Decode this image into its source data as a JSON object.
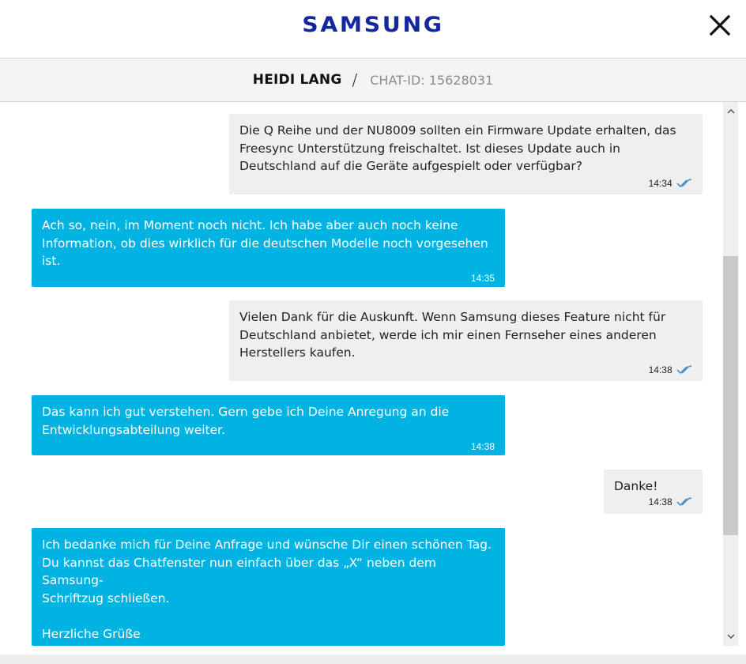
{
  "header": {
    "brand": "SAMSUNG",
    "brand_color": "#1428a0",
    "close_icon": "close-x-icon"
  },
  "agent_bar": {
    "agent_name": "HEIDI LANG",
    "separator": "/",
    "chat_id": "CHAT-ID: 15628031"
  },
  "colors": {
    "agent_bubble": "#00b3e3",
    "user_bubble": "#efefef",
    "read_tick": "#4a90c8"
  },
  "messages": [
    {
      "sender": "user",
      "text": "Die Q Reihe und der NU8009 sollten ein Firmware Update erhalten, das\nFreesync Unterstützung freischaltet. Ist dieses Update auch in\nDeutschland auf die Geräte aufgespielt oder verfügbar?",
      "time": "14:34",
      "status_icon": "double-check-icon"
    },
    {
      "sender": "agent",
      "text": "Ach so, nein, im Moment noch nicht. Ich habe aber auch noch keine\nInformation, ob dies wirklich für die deutschen Modelle noch vorgesehen\nist.",
      "time": "14:35"
    },
    {
      "sender": "user",
      "text": "Vielen Dank für die Auskunft. Wenn Samsung dieses Feature nicht für\nDeutschland anbietet, werde ich mir einen Fernseher eines anderen\nHerstellers kaufen.",
      "time": "14:38",
      "status_icon": "double-check-icon"
    },
    {
      "sender": "agent",
      "text": "Das kann ich gut verstehen. Gern gebe ich Deine Anregung an die\nEntwicklungsabteilung weiter.",
      "time": "14:38"
    },
    {
      "sender": "user",
      "text": "Danke!",
      "time": "14:38",
      "status_icon": "double-check-icon"
    },
    {
      "sender": "agent",
      "text": "Ich bedanke mich für Deine Anfrage und wünsche Dir einen schönen Tag.\nDu kannst das Chatfenster nun einfach über das „X“ neben dem Samsung-\nSchriftzug schließen.\n\nHerzliche Grüße\nHeidi Lang"
    }
  ]
}
